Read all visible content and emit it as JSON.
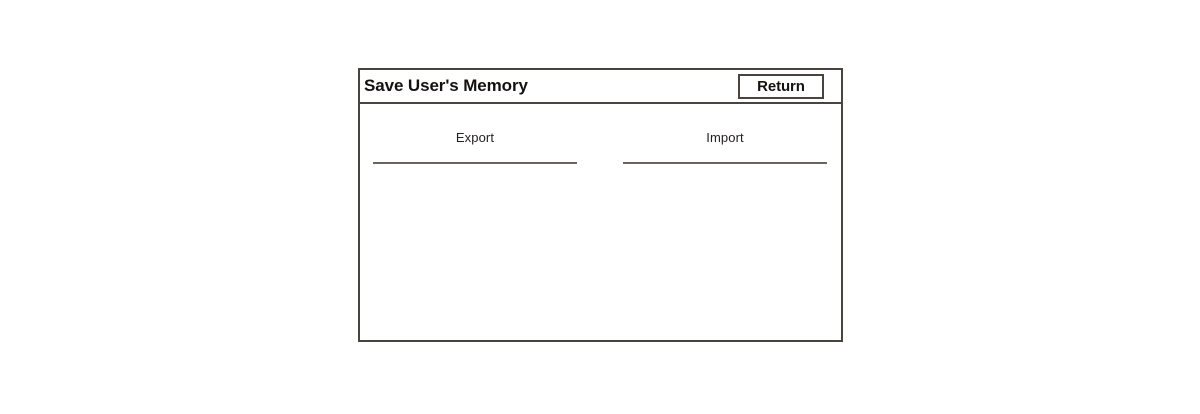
{
  "dialog": {
    "title": "Save User's Memory",
    "return_button_label": "Return",
    "tabs": [
      {
        "label": "Export"
      },
      {
        "label": "Import"
      }
    ]
  },
  "colors": {
    "border": "#4a4440",
    "tab_underline": "#6b6360",
    "text": "#141210",
    "background": "#ffffff"
  }
}
